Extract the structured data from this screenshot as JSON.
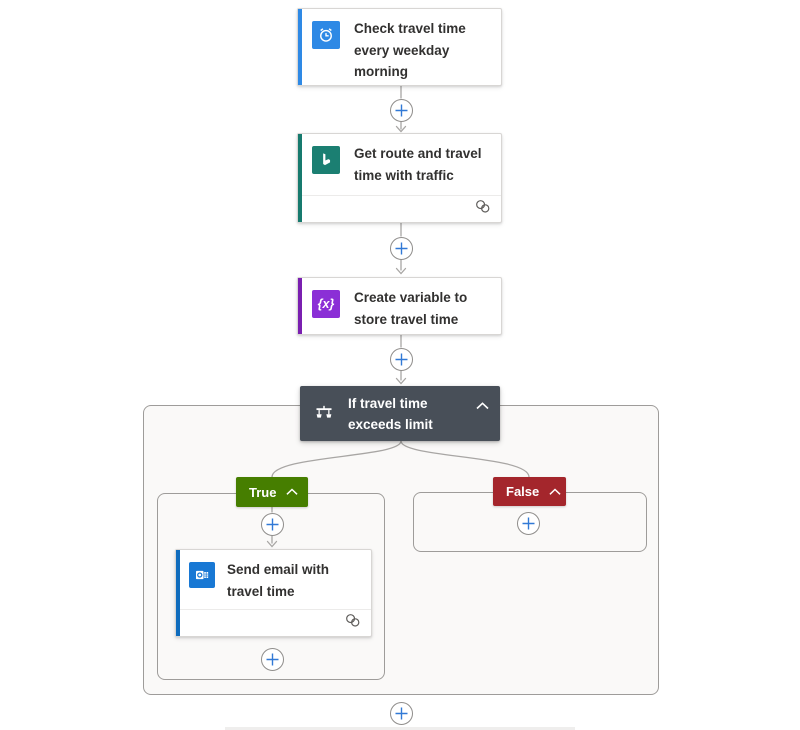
{
  "colors": {
    "accent_trigger": "#2E89E5",
    "icon_trigger_bg": "#2E89E5",
    "accent_bing": "#177A6E",
    "icon_bing_bg": "#1B7F72",
    "accent_variable": "#7A1FB0",
    "icon_variable_bg": "#8B2FD6",
    "accent_outlook": "#0F6CBD",
    "icon_outlook_bg": "#1878D4",
    "condition_bg": "#484F58",
    "true_bg": "#467E00",
    "false_bg": "#A4262C",
    "plus_blue": "#3179D6",
    "connector_gray": "#A8A6A4"
  },
  "cards": {
    "trigger": {
      "title": "Check travel time every weekday morning",
      "icon": "recurrence-icon"
    },
    "bing": {
      "title": "Get route and travel time with traffic",
      "icon": "bing-maps-icon"
    },
    "variable": {
      "title": "Create variable to store travel time",
      "icon": "variable-icon",
      "glyph": "{x}"
    },
    "send_email": {
      "title": "Send email with travel time",
      "icon": "outlook-icon"
    }
  },
  "condition": {
    "title": "If travel time exceeds limit",
    "icon": "condition-icon"
  },
  "branches": {
    "true_label": "True",
    "false_label": "False"
  }
}
